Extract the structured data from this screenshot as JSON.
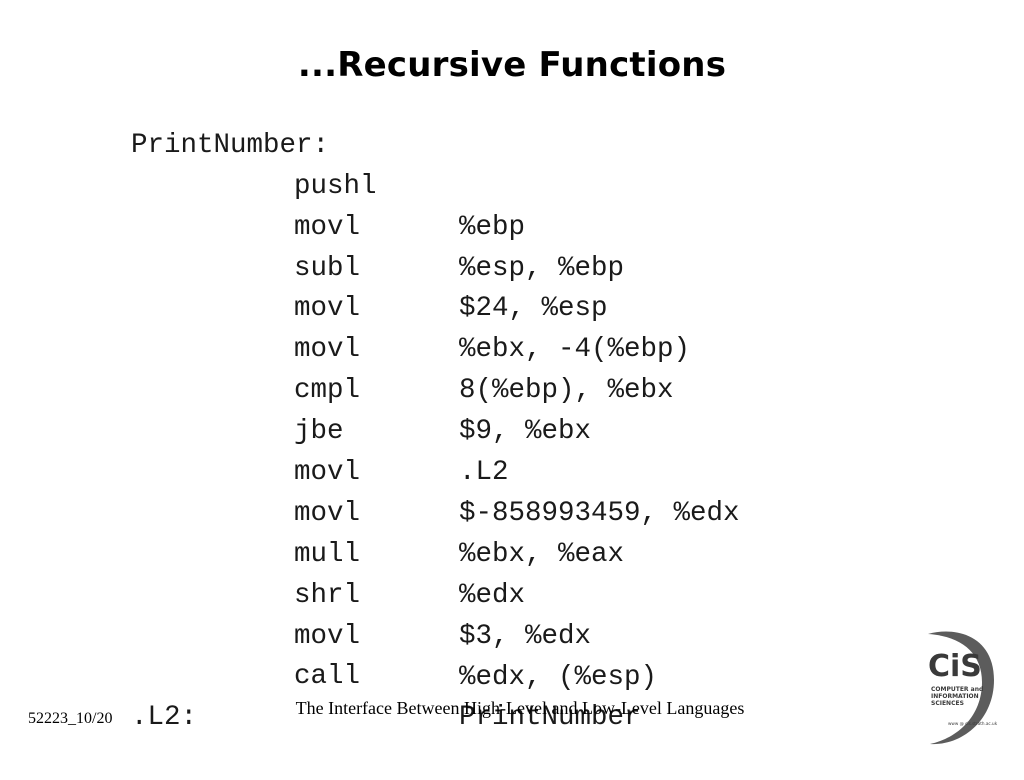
{
  "slide": {
    "title": "...Recursive Functions",
    "code_lines": [
      {
        "label": "PrintNumber:",
        "mnemonic": "",
        "operand": ""
      },
      {
        "label": "",
        "mnemonic": "pushl",
        "operand": "%ebp"
      },
      {
        "label": "",
        "mnemonic": "movl",
        "operand": "%esp, %ebp"
      },
      {
        "label": "",
        "mnemonic": "subl",
        "operand": "$24, %esp"
      },
      {
        "label": "",
        "mnemonic": "movl",
        "operand": "%ebx, -4(%ebp)"
      },
      {
        "label": "",
        "mnemonic": "movl",
        "operand": "8(%ebp), %ebx"
      },
      {
        "label": "",
        "mnemonic": "cmpl",
        "operand": "$9, %ebx"
      },
      {
        "label": "",
        "mnemonic": "jbe",
        "operand": ".L2"
      },
      {
        "label": "",
        "mnemonic": "movl",
        "operand": "$-858993459, %edx"
      },
      {
        "label": "",
        "mnemonic": "movl",
        "operand": "%ebx, %eax"
      },
      {
        "label": "",
        "mnemonic": "mull",
        "operand": "%edx"
      },
      {
        "label": "",
        "mnemonic": "shrl",
        "operand": "$3, %edx"
      },
      {
        "label": "",
        "mnemonic": "movl",
        "operand": "%edx, (%esp)"
      },
      {
        "label": "",
        "mnemonic": "call",
        "operand": "PrintNumber"
      },
      {
        "label": ".L2:",
        "mnemonic": "",
        "operand": ""
      }
    ],
    "footer": "The Interface Between High-Level and Low-Level Languages",
    "slide_number": "52223_10/20"
  },
  "logo": {
    "text": "CiS",
    "line1": "COMPUTER and",
    "line2": "INFORMATION",
    "line3": "SCIENCES",
    "url": "www @ cis.strath.ac.uk",
    "color": "#4a4a4a"
  }
}
